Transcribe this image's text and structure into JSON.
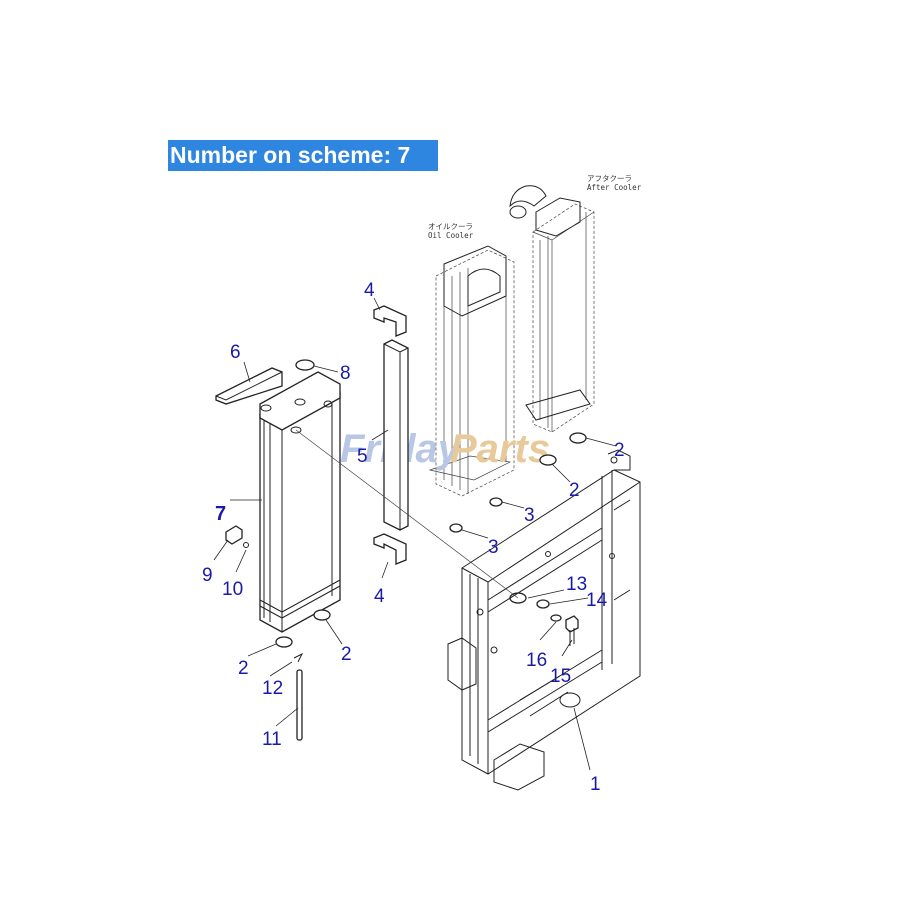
{
  "banner": {
    "text": "Number on scheme: 7"
  },
  "watermark": {
    "part1": "Friday",
    "part2": "Parts",
    "color1": "#b9c7e6",
    "color2": "#e8c99a"
  },
  "component_labels": {
    "after_cooler_jp": "アフタクーラ",
    "after_cooler_en": "After Cooler",
    "oil_cooler_jp": "オイルクーラ",
    "oil_cooler_en": "Oil Cooler"
  },
  "callouts": {
    "c1": "1",
    "c2a": "2",
    "c2b": "2",
    "c2c": "2",
    "c2d": "2",
    "c3a": "3",
    "c3b": "3",
    "c4a": "4",
    "c4b": "4",
    "c5": "5",
    "c6": "6",
    "c7": "7",
    "c8": "8",
    "c9": "9",
    "c10": "10",
    "c11": "11",
    "c12": "12",
    "c13": "13",
    "c14": "14",
    "c15": "15",
    "c16": "16"
  },
  "colors": {
    "banner_bg": "#2f86e0",
    "callout_text": "#1a1aa8"
  }
}
